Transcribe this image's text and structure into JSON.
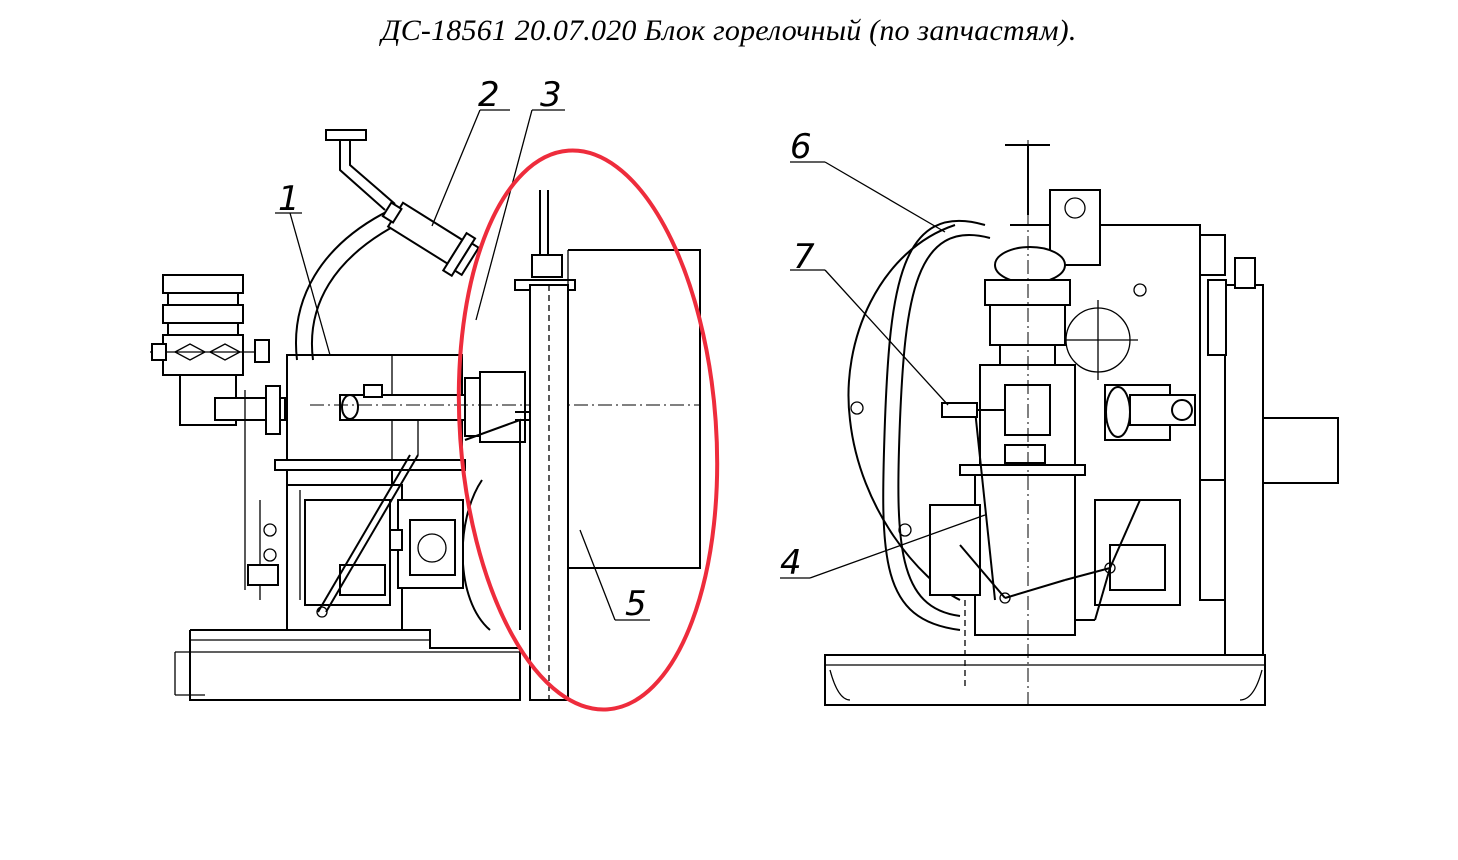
{
  "title": "ДС-18561 20.07.020  Блок горелочный (по запчастям).",
  "callouts": {
    "c1": "1",
    "c2": "2",
    "c3": "3",
    "c4": "4",
    "c5": "5",
    "c6": "6",
    "c7": "7"
  },
  "highlight": {
    "color": "#ee2c3c",
    "target_callout": "5"
  }
}
